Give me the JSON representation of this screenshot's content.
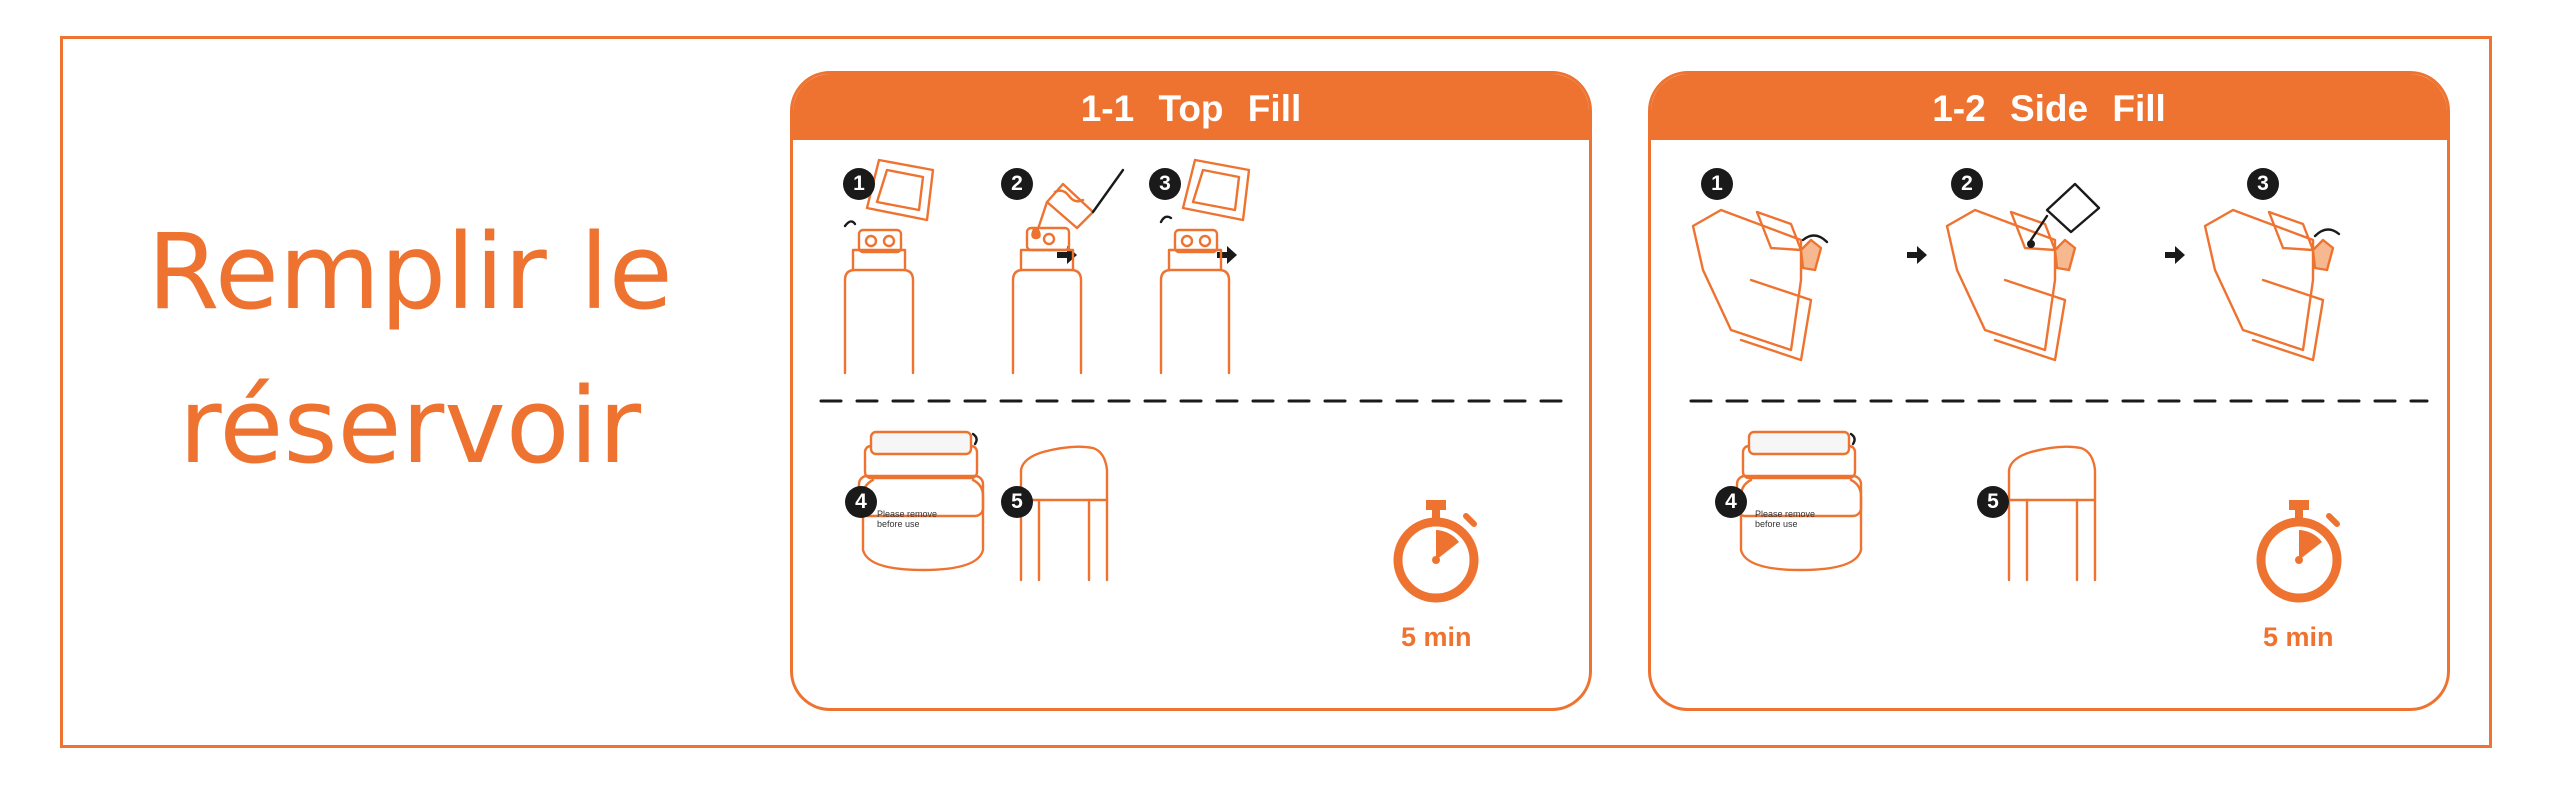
{
  "page_title_line1": "Remplir le",
  "page_title_line2": "réservoir",
  "colors": {
    "accent": "#ee7330",
    "ink": "#1a1a1a",
    "background": "#ffffff"
  },
  "panels": [
    {
      "heading": "1-1 Top Fill",
      "steps": [
        "1",
        "2",
        "3",
        "4",
        "5"
      ],
      "label_text": "Please remove before use",
      "timer_label": "5 min",
      "timer_icon": "stopwatch-icon"
    },
    {
      "heading": "1-2 Side Fill",
      "steps": [
        "1",
        "2",
        "3",
        "4",
        "5"
      ],
      "label_text": "Please remove before use",
      "timer_label": "5 min",
      "timer_icon": "stopwatch-icon"
    }
  ]
}
